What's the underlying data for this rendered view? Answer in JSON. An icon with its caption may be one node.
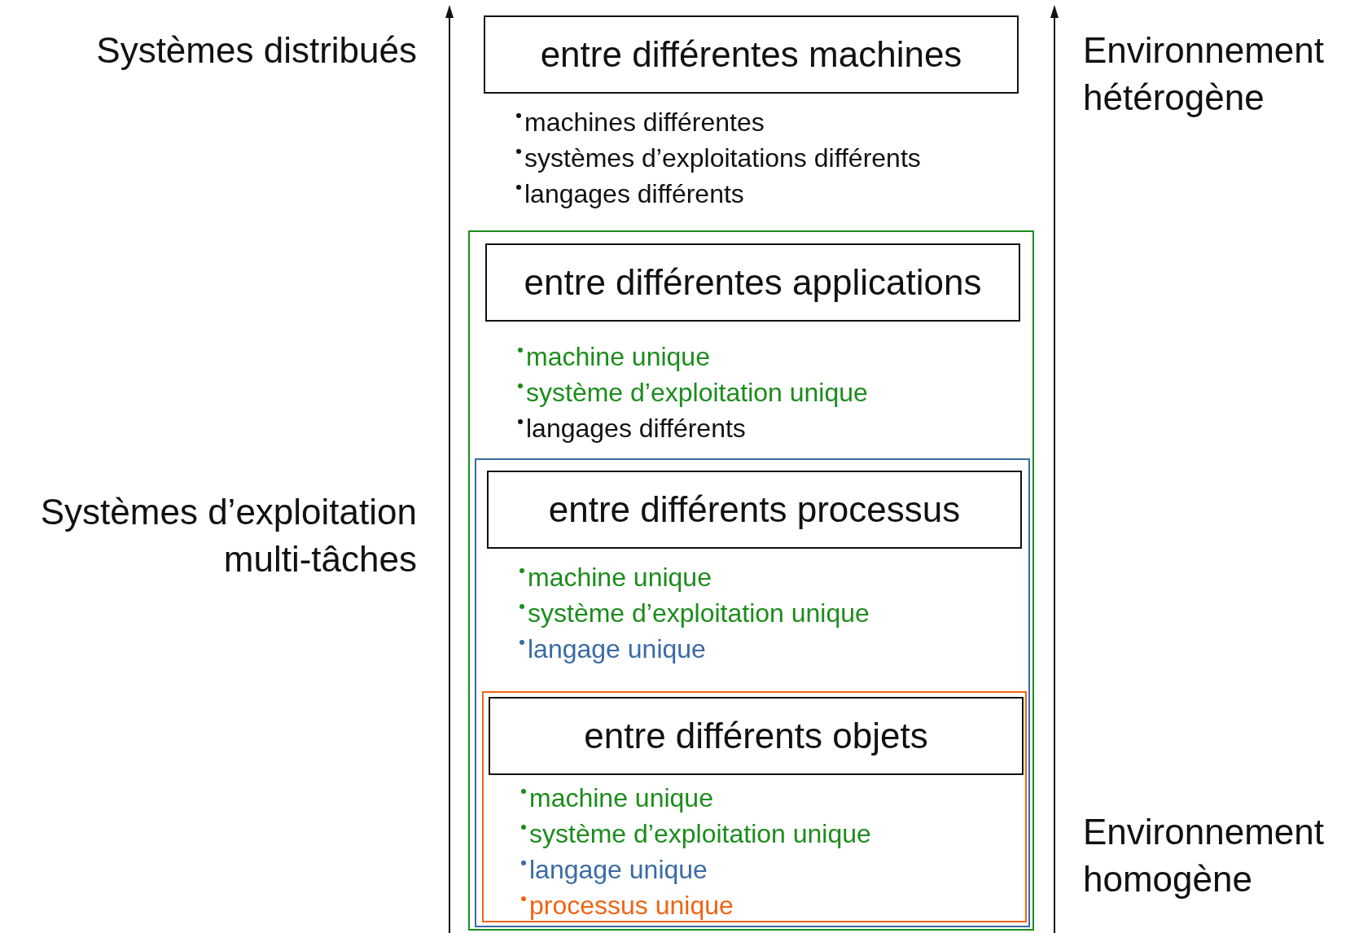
{
  "diagram": {
    "nodes": [
      {
        "text": [
          "entre différentes machines"
        ],
        "beside": [
          "machines différentes",
          "systèmes d’exploitations différents",
          "langages différents"
        ]
      },
      {
        "text": [],
        "shape": "box"
      },
      {
        "text": [
          "entre différentes applications"
        ],
        "in": 1,
        "beside": [
          "machine unique",
          "système d’exploitation unique",
          "langages différents"
        ]
      },
      {
        "text": [],
        "shape": "box",
        "in": 1
      },
      {
        "text": [
          "entre différents processus"
        ],
        "in": 3,
        "beside": [
          "machine unique",
          "système d’exploitation unique",
          "langage unique"
        ]
      },
      {
        "text": [],
        "shape": "box",
        "in": 3
      },
      {
        "text": [
          "entre différents objets"
        ],
        "in": 5,
        "beside": [
          "machine unique",
          "système d’exploitation unique",
          "langage unique",
          "processus unique"
        ]
      }
    ],
    "edges": [],
    "labels": [
      "Systèmes distribués",
      "Environnement hétérogène",
      "Systèmes d’exploitation multi-tâches",
      "Environnement homogène"
    ]
  }
}
